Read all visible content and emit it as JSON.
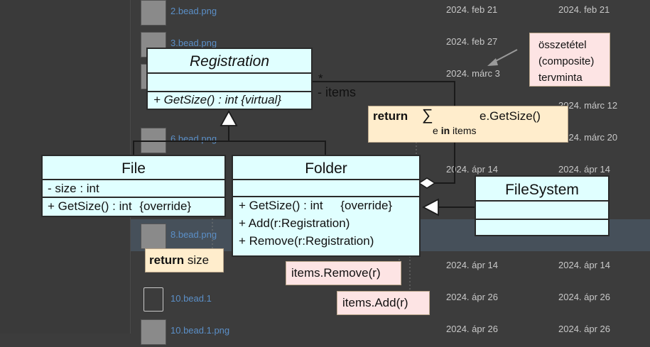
{
  "file_list": [
    {
      "name": "2.bead.png",
      "date_modified": "2024. feb 21",
      "date_created": "2024. feb 21"
    },
    {
      "name": "3.bead.png",
      "date_modified": "2024. feb 27",
      "date_created": ""
    },
    {
      "name": "",
      "date_modified": "2024. márc 3",
      "date_created": ""
    },
    {
      "name": "",
      "date_modified": "",
      "date_created": "2024. márc 12"
    },
    {
      "name": "6.bead.png",
      "date_modified": "",
      "date_created": "2024. márc 20"
    },
    {
      "name": "",
      "date_modified": "2024. ápr 14",
      "date_created": "2024. ápr 14"
    },
    {
      "name": "8.bead.png",
      "date_modified": "",
      "date_created": ""
    },
    {
      "name": "",
      "date_modified": "2024. ápr 14",
      "date_created": "2024. ápr 14"
    },
    {
      "name": "10.bead.1",
      "date_modified": "2024. ápr 26",
      "date_created": "2024. ápr 26"
    },
    {
      "name": "10.bead.1.png",
      "date_modified": "2024. ápr 26",
      "date_created": "2024. ápr 26"
    }
  ],
  "diagram": {
    "registration": {
      "name": "Registration",
      "operation": "+ GetSize() : int {virtual}"
    },
    "file": {
      "name": "File",
      "attribute": "- size : int",
      "operation": "+ GetSize() : int",
      "operation_modifier": "{override}"
    },
    "folder": {
      "name": "Folder",
      "op_getsize": "+ GetSize() : int",
      "op_getsize_modifier": "{override}",
      "op_add": "+ Add(r:Registration)",
      "op_remove": "+ Remove(r:Registration)"
    },
    "filesystem": {
      "name": "FileSystem"
    },
    "association": {
      "multiplicity": "*",
      "role": "- items"
    },
    "notes": {
      "pattern": [
        "összetétel",
        "(composite)",
        "tervminta"
      ],
      "return_keyword": "return",
      "sum_symbol": "∑",
      "sum_expression": "e.GetSize()",
      "sum_index_var": "e",
      "sum_index_in": "in",
      "sum_index_set": "items",
      "return_size_keyword": "return",
      "return_size_value": "size",
      "remove_note": "items.Remove(r)",
      "add_note": "items.Add(r)"
    }
  }
}
